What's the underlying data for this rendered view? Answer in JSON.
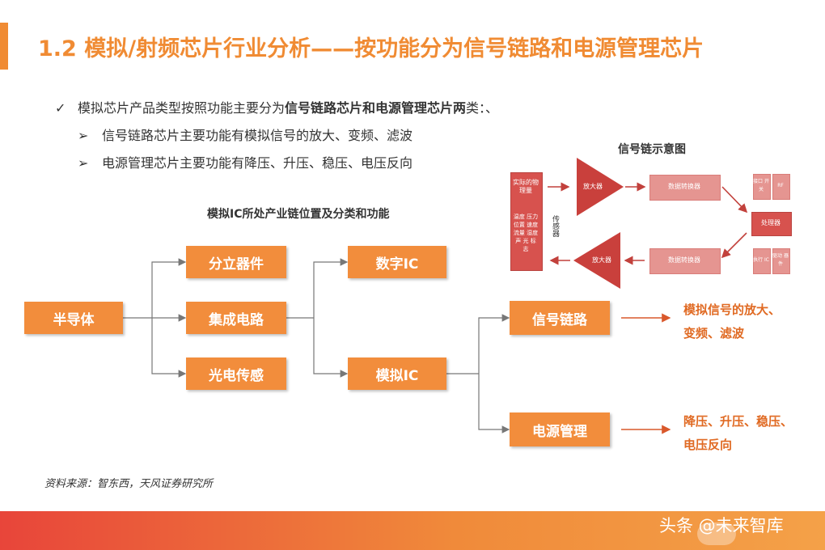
{
  "title": "1.2 模拟/射频芯片行业分析——按功能分为信号链路和电源管理芯片",
  "bullets": {
    "main_mark": "✓",
    "main_pre": "模拟芯片产品类型按照功能主要分为",
    "main_bold": "信号链路芯片和电源管理芯片两",
    "main_post": "类：、",
    "sub_mark": "➢",
    "sub1": "信号链路芯片主要功能有模拟信号的放大、变频、滤波",
    "sub2": "电源管理芯片主要功能有降压、升压、稳压、电压反向"
  },
  "tree": {
    "title": "模拟IC所处产业链位置及分类和功能",
    "root": "半导体",
    "level1": [
      "分立器件",
      "集成电路",
      "光电传感"
    ],
    "ic_types": [
      "数字IC",
      "模拟IC"
    ],
    "analog_types": [
      "信号链路",
      "电源管理"
    ],
    "signal_func_line1": "模拟信号的放大、",
    "signal_func_line2": "变频、滤波",
    "power_func_line1": "降压、升压、稳压、",
    "power_func_line2": "电压反向"
  },
  "signal_chain": {
    "title": "信号链示意图",
    "physical": "实际的物理量",
    "physical_items": "温度 压力 位置 速度 流量 湿度 声 光 标志",
    "sensor": "传感器",
    "amp_top": "放大器",
    "amp_bottom": "放大器",
    "converter_top": "数据转换器",
    "converter_bottom": "数据转换器",
    "processor": "处理器",
    "side_items": [
      "接口 开关",
      "RF",
      "执行 IC",
      "驱动 器件"
    ]
  },
  "source": "资料来源：智东西，天风证券研究所",
  "watermark": "头条 @未来智库",
  "colors": {
    "accent": "#f08b33",
    "box": "#f28d3c",
    "signal": "#d7524e",
    "func_text": "#e06a23"
  }
}
